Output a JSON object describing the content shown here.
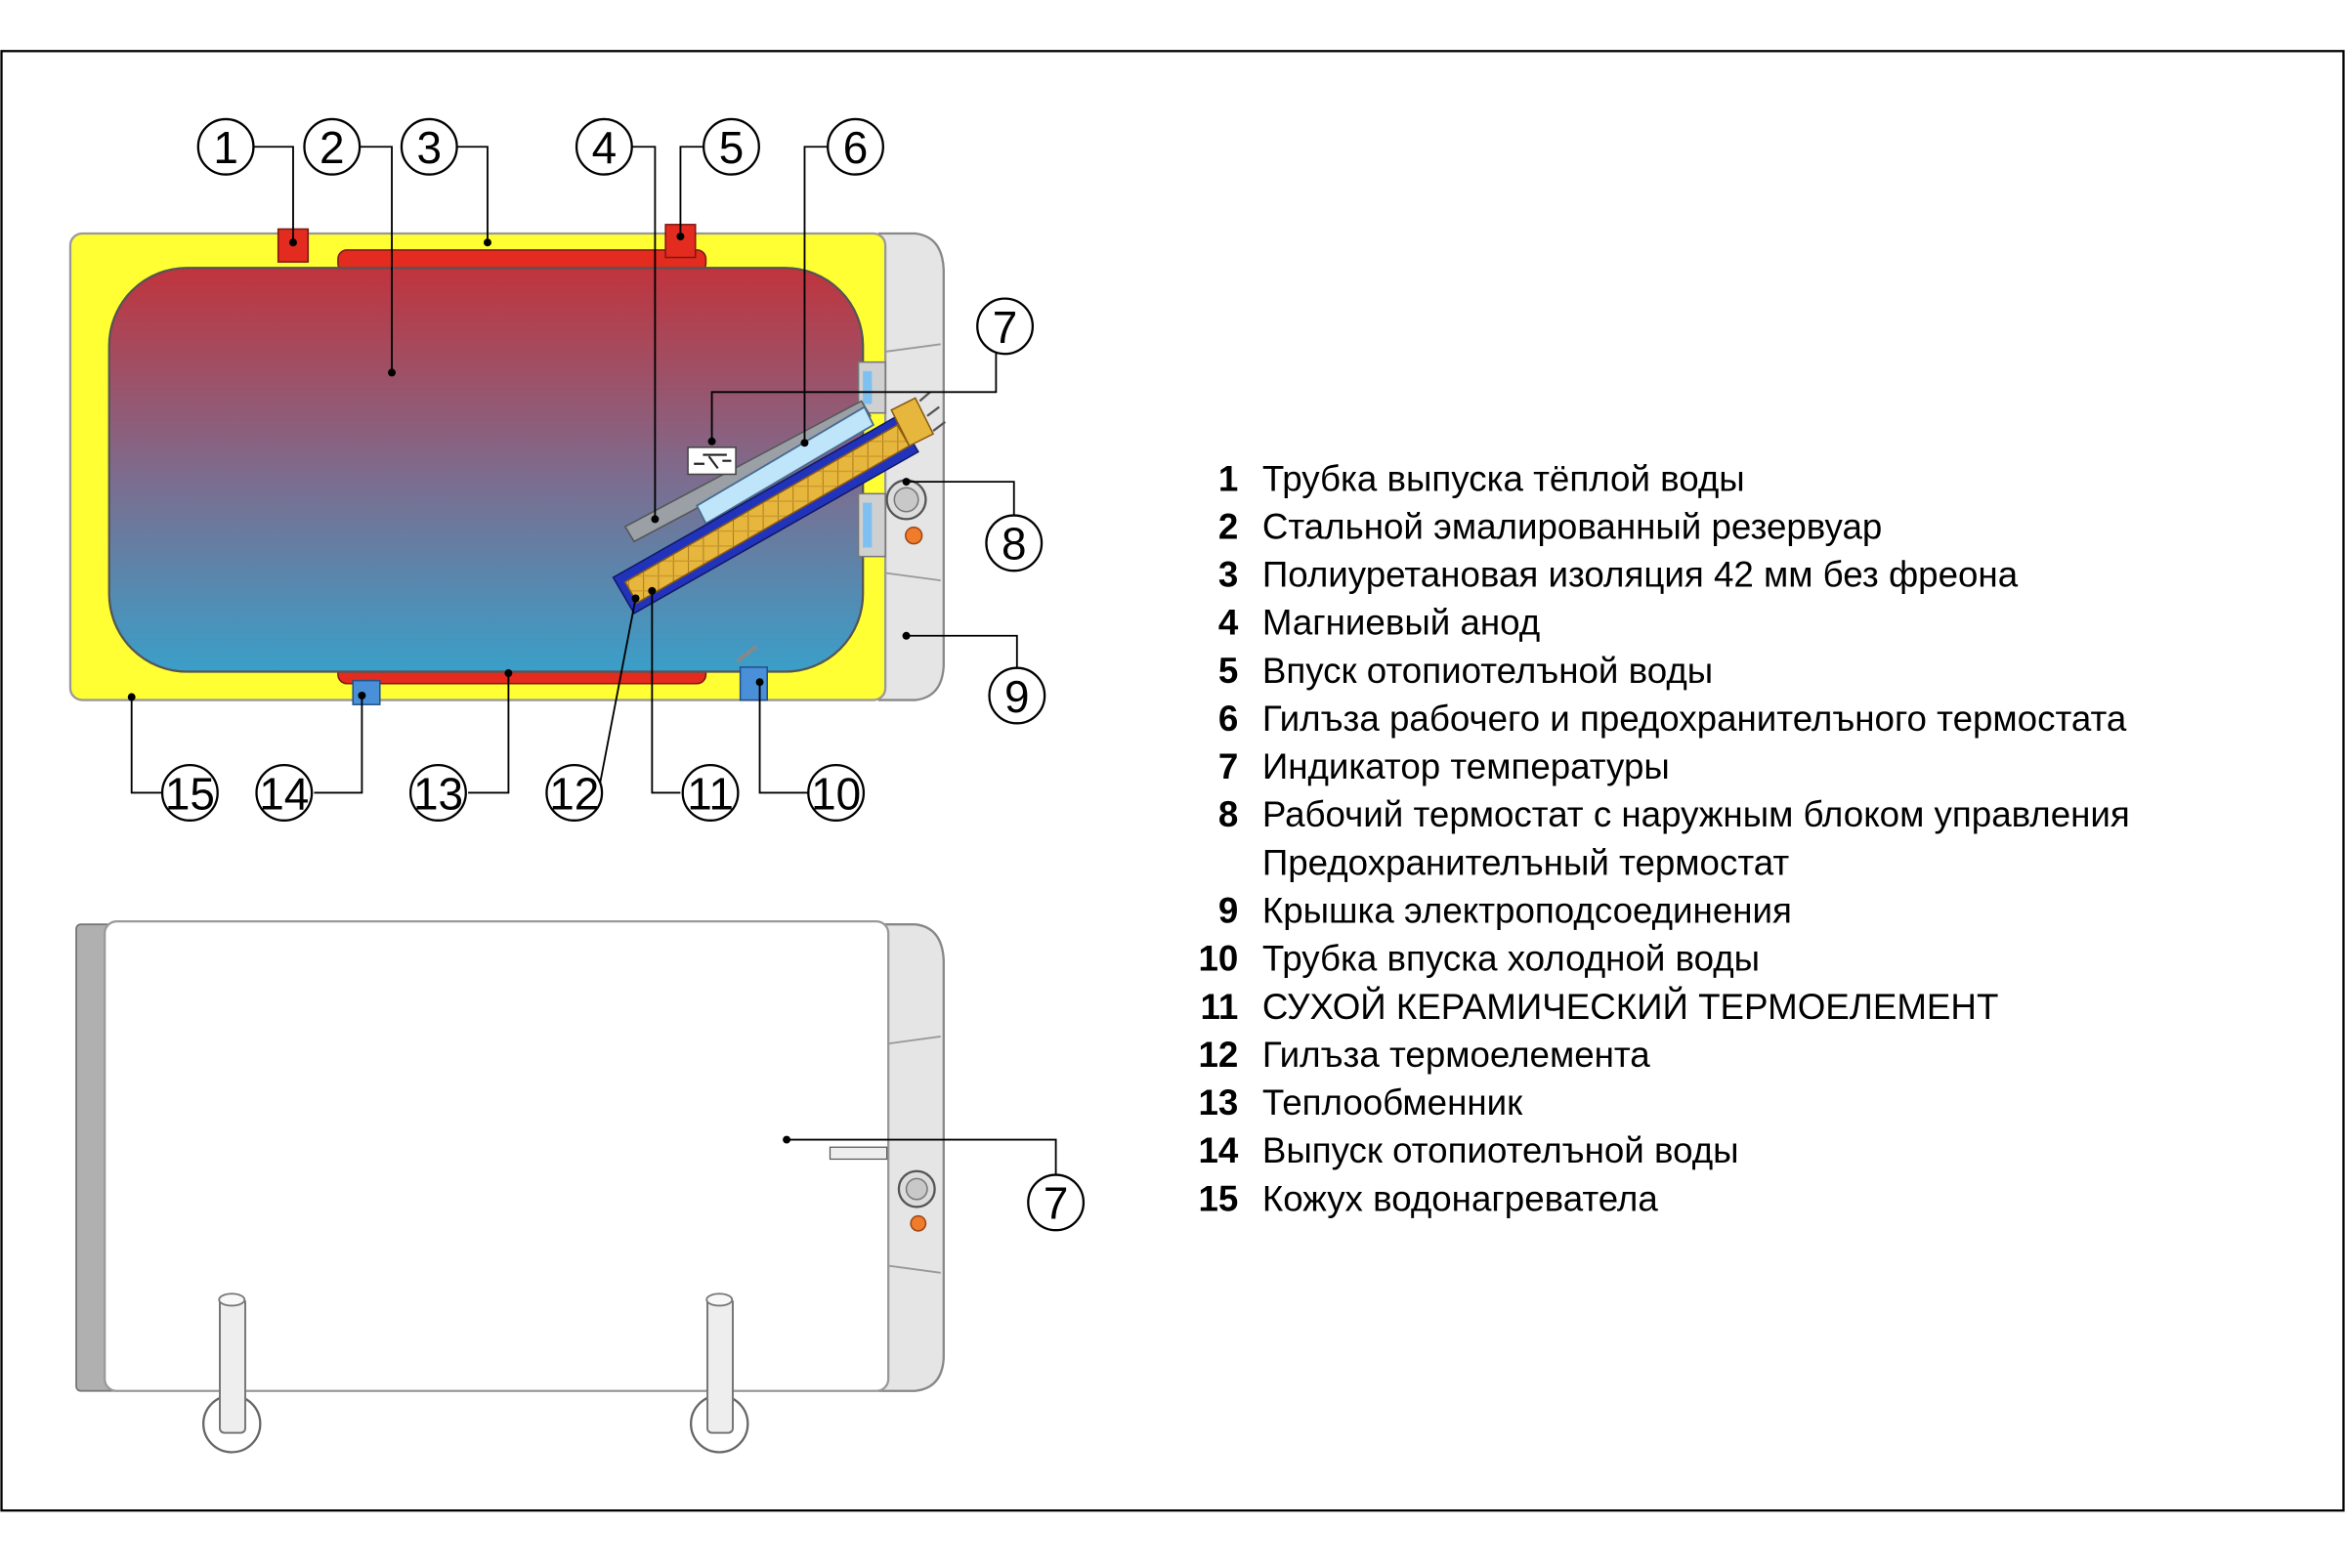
{
  "colors": {
    "insulation": "#ffff33",
    "tank_top": "#c0343d",
    "tank_bottom": "#3a9fc9",
    "heat_exchanger": "#e32b1f",
    "hot_pipe": "#e32b1f",
    "cold_pipe": "#4a90d9",
    "sheath": "#2233bb",
    "ceramic_element": "#e6b63d",
    "casing": "#ffffff",
    "control_panel": "#e5e5e5"
  },
  "callouts": {
    "top": [
      "1",
      "2",
      "3",
      "4",
      "5",
      "6",
      "7",
      "8",
      "9",
      "10",
      "11",
      "12",
      "13",
      "14",
      "15"
    ],
    "bottom_indicator": "7"
  },
  "legend": [
    {
      "num": "1",
      "text": "Трубка выпуска тёплой воды"
    },
    {
      "num": "2",
      "text": "Стальной эмалированный резервуар"
    },
    {
      "num": "3",
      "text": "Полиуретановая изоляция 42 мм без фреона"
    },
    {
      "num": "4",
      "text": "Магниевый анод"
    },
    {
      "num": "5",
      "text": "Впуск отопиотелъной воды"
    },
    {
      "num": "6",
      "text": "Гилъза рабочего и предохранителъного термостата"
    },
    {
      "num": "7",
      "text": "Индикатор температуры"
    },
    {
      "num": "8",
      "text": "Рабочий термостат с наружным блоком управления"
    },
    {
      "num": "",
      "text": "Предохранителъный термостат"
    },
    {
      "num": "9",
      "text": "Крышка электроподсоединения"
    },
    {
      "num": "10",
      "text": "Трубка впуска холодной воды"
    },
    {
      "num": "11",
      "text": "СУХОЙ КЕРАМИЧЕСКИЙ ТЕРМОЕЛЕМЕНТ"
    },
    {
      "num": "12",
      "text": "Гилъза термоелемента"
    },
    {
      "num": "13",
      "text": "Теплообменник"
    },
    {
      "num": "14",
      "text": "Выпуск отопиотелъной воды"
    },
    {
      "num": "15",
      "text": "Кожух водонагреватела"
    }
  ]
}
